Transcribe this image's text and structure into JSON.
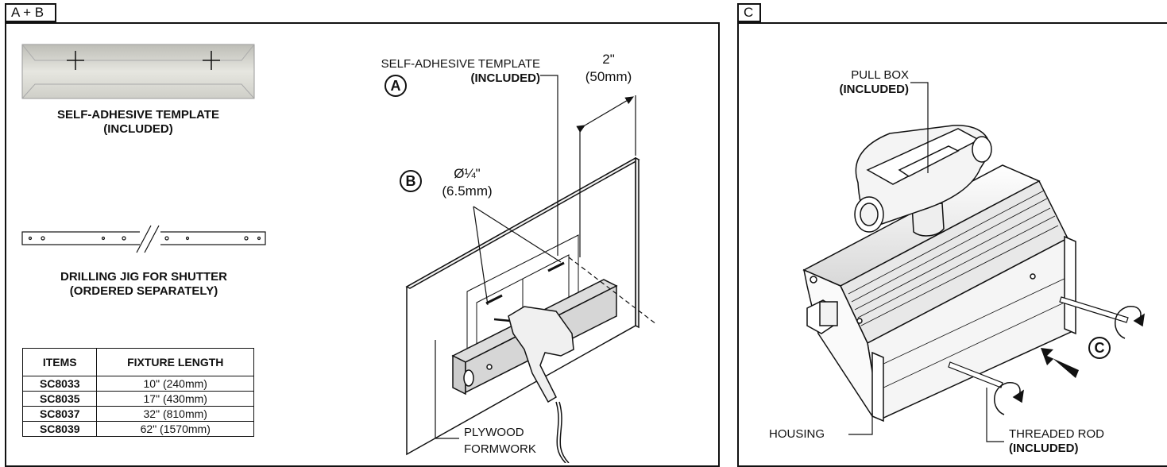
{
  "panels": {
    "ab_tag": "A + B",
    "c_tag": "C"
  },
  "left_column": {
    "template_caption_line1": "SELF-ADHESIVE TEMPLATE",
    "template_caption_line2": "(INCLUDED)",
    "jig_caption_line1": "DRILLING JIG FOR SHUTTER",
    "jig_caption_line2": "(ORDERED SEPARATELY)",
    "table": {
      "headers": [
        "ITEMS",
        "FIXTURE LENGTH"
      ],
      "rows": [
        {
          "item": "SC8033",
          "length": "10\" (240mm)"
        },
        {
          "item": "SC8035",
          "length": "17\" (430mm)"
        },
        {
          "item": "SC8037",
          "length": "32\" (810mm)"
        },
        {
          "item": "SC8039",
          "length": "62\" (1570mm)"
        }
      ]
    }
  },
  "drill_diagram": {
    "template_label_line1": "SELF-ADHESIVE TEMPLATE",
    "template_label_line2": "(INCLUDED)",
    "marker_a": "A",
    "marker_b": "B",
    "dim_line1": "2\"",
    "dim_line2": "(50mm)",
    "hole_line1": "Ø¼\"",
    "hole_line2": "(6.5mm)",
    "plywood_line1": "PLYWOOD",
    "plywood_line2": "FORMWORK"
  },
  "fixture_diagram": {
    "pullbox_line1": "PULL BOX",
    "pullbox_line2": "(INCLUDED)",
    "housing_label": "HOUSING",
    "marker_c": "C",
    "rod_line1": "THREADED ROD",
    "rod_line2": "(INCLUDED)"
  }
}
